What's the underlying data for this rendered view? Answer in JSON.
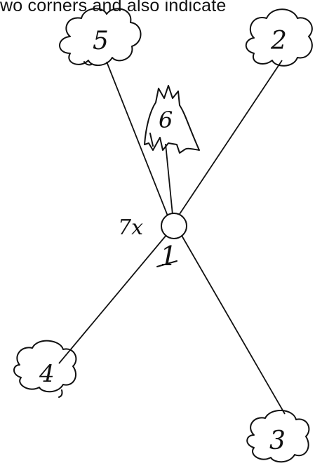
{
  "header_text": "wo corners and also indicate",
  "labels": {
    "cloud_5": "5",
    "cloud_2": "2",
    "cloud_4": "4",
    "cloud_3": "3",
    "flame_6": "6",
    "center_node": "1",
    "marker": "7x"
  }
}
